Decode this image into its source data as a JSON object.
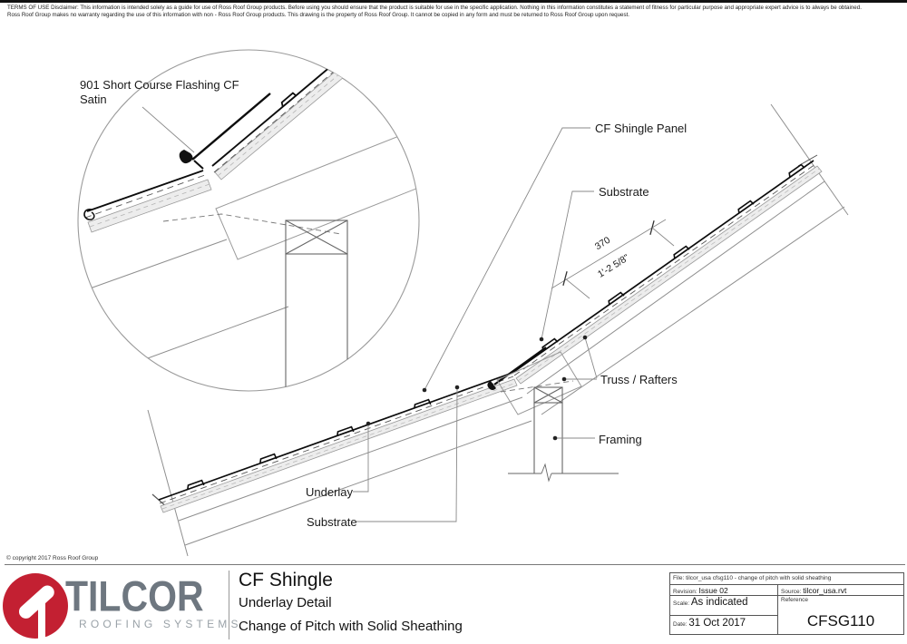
{
  "disclaimer": {
    "line1": "TERMS OF USE Disclaimer: This information is intended solely as a guide for use of Ross Roof Group products. Before using you should ensure that the product is suitable for use in the specific application. Nothing in this information constitutes a statement of fitness for particular purpose and appropriate expert advice is to always be obtained.",
    "line2": "Ross Roof Group makes no warranty regarding the use of this information with non - Ross Roof Group products. This drawing is the property of Ross Roof Group. It cannot be copied in any form and must be returned to Ross Roof Group upon request."
  },
  "drawing": {
    "detail_callout": {
      "line1": "901 Short Course Flashing CF",
      "line2": "Satin"
    },
    "labels": {
      "cf_shingle_panel": "CF Shingle Panel",
      "substrate_upper": "Substrate",
      "truss_rafters": "Truss / Rafters",
      "framing": "Framing",
      "underlay": "Underlay",
      "substrate_lower": "Substrate"
    },
    "dimension": {
      "metric": "370",
      "imperial": "1'-2 5/8\""
    }
  },
  "footer": {
    "copyright": "© copyright 2017 Ross Roof Group",
    "logo": {
      "brand": "TILCOR",
      "tagline": "ROOFING SYSTEMS",
      "brand_red": "#c32032",
      "brand_gray": "#6e7780"
    },
    "titles": {
      "product": "CF Shingle",
      "detail": "Underlay Detail",
      "variant": "Change of Pitch with Solid Sheathing"
    },
    "titleblock": {
      "file_label": "File:",
      "file_value": "tilcor_usa cfsg110 - change of pitch with solid sheathing",
      "revision_label": "Revision:",
      "revision_value": "Issue 02",
      "source_label": "Source:",
      "source_value": "tilcor_usa.rvt",
      "scale_label": "Scale:",
      "scale_value": "As indicated",
      "reference_label": "Reference",
      "date_label": "Date:",
      "date_value": "31 Oct 2017",
      "drawing_number": "CFSG110"
    }
  }
}
